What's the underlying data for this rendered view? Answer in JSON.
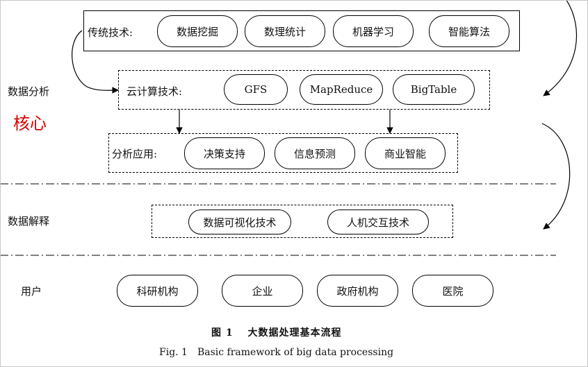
{
  "layers": {
    "analysis": "数据分析",
    "core": "核心",
    "interpretation": "数据解释",
    "users": "用户"
  },
  "traditional": {
    "label": "传统技术:",
    "items": [
      "数据挖掘",
      "数理统计",
      "机器学习",
      "智能算法"
    ]
  },
  "cloud": {
    "label": "云计算技术:",
    "items": [
      "GFS",
      "MapReduce",
      "BigTable"
    ]
  },
  "application": {
    "label": "分析应用:",
    "items": [
      "决策支持",
      "信息预测",
      "商业智能"
    ]
  },
  "visualization": {
    "items": [
      "数据可视化技术",
      "人机交互技术"
    ]
  },
  "user_items": [
    "科研机构",
    "企业",
    "政府机构",
    "医院"
  ],
  "caption": {
    "zh": "图 1　 大数据处理基本流程",
    "en": "Fig. 1　Basic framework of big data processing"
  },
  "colors": {
    "core_text": "#d40000",
    "lines": "#000000"
  }
}
